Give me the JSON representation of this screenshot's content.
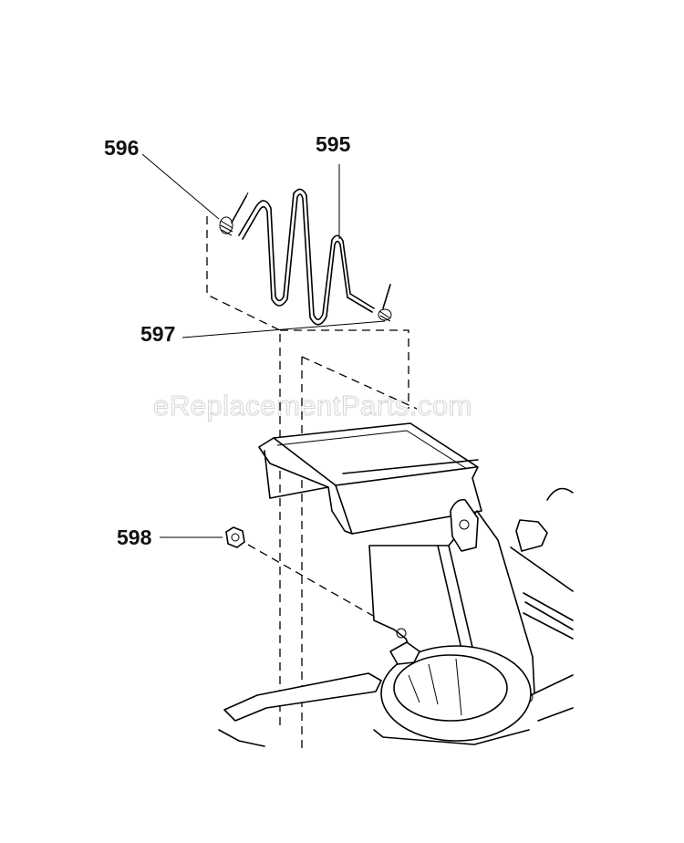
{
  "watermark": "eReplacementParts.com",
  "callouts": [
    {
      "id": "596",
      "label": "596"
    },
    {
      "id": "595",
      "label": "595"
    },
    {
      "id": "597",
      "label": "597"
    },
    {
      "id": "598",
      "label": "598"
    }
  ]
}
